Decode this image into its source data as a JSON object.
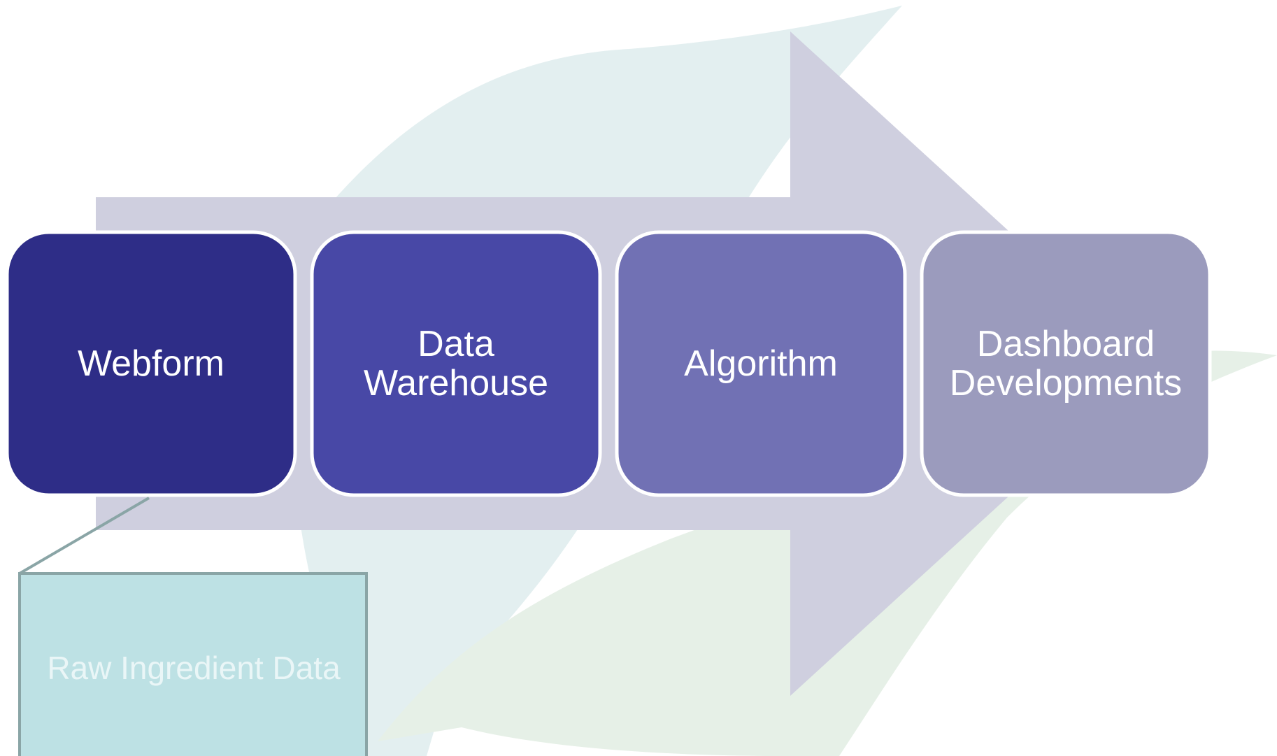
{
  "colors": {
    "leaf_light_blue": "#e3eff0",
    "leaf_light_green": "#e6f0e7",
    "arrow": "#cfcfdf",
    "step_1": "#2e2d87",
    "step_2": "#4848a6",
    "step_3": "#7171b4",
    "step_4": "#9b9bbd",
    "callout_fill": "#bde1e4",
    "callout_border": "#8aa5a6",
    "text_white": "#ffffff"
  },
  "process": {
    "steps": [
      {
        "label": "Webform"
      },
      {
        "label": "Data\nWarehouse"
      },
      {
        "label": "Algorithm"
      },
      {
        "label": "Dashboard\nDevelopments"
      }
    ]
  },
  "callout": {
    "label": "Raw Ingredient Data"
  }
}
